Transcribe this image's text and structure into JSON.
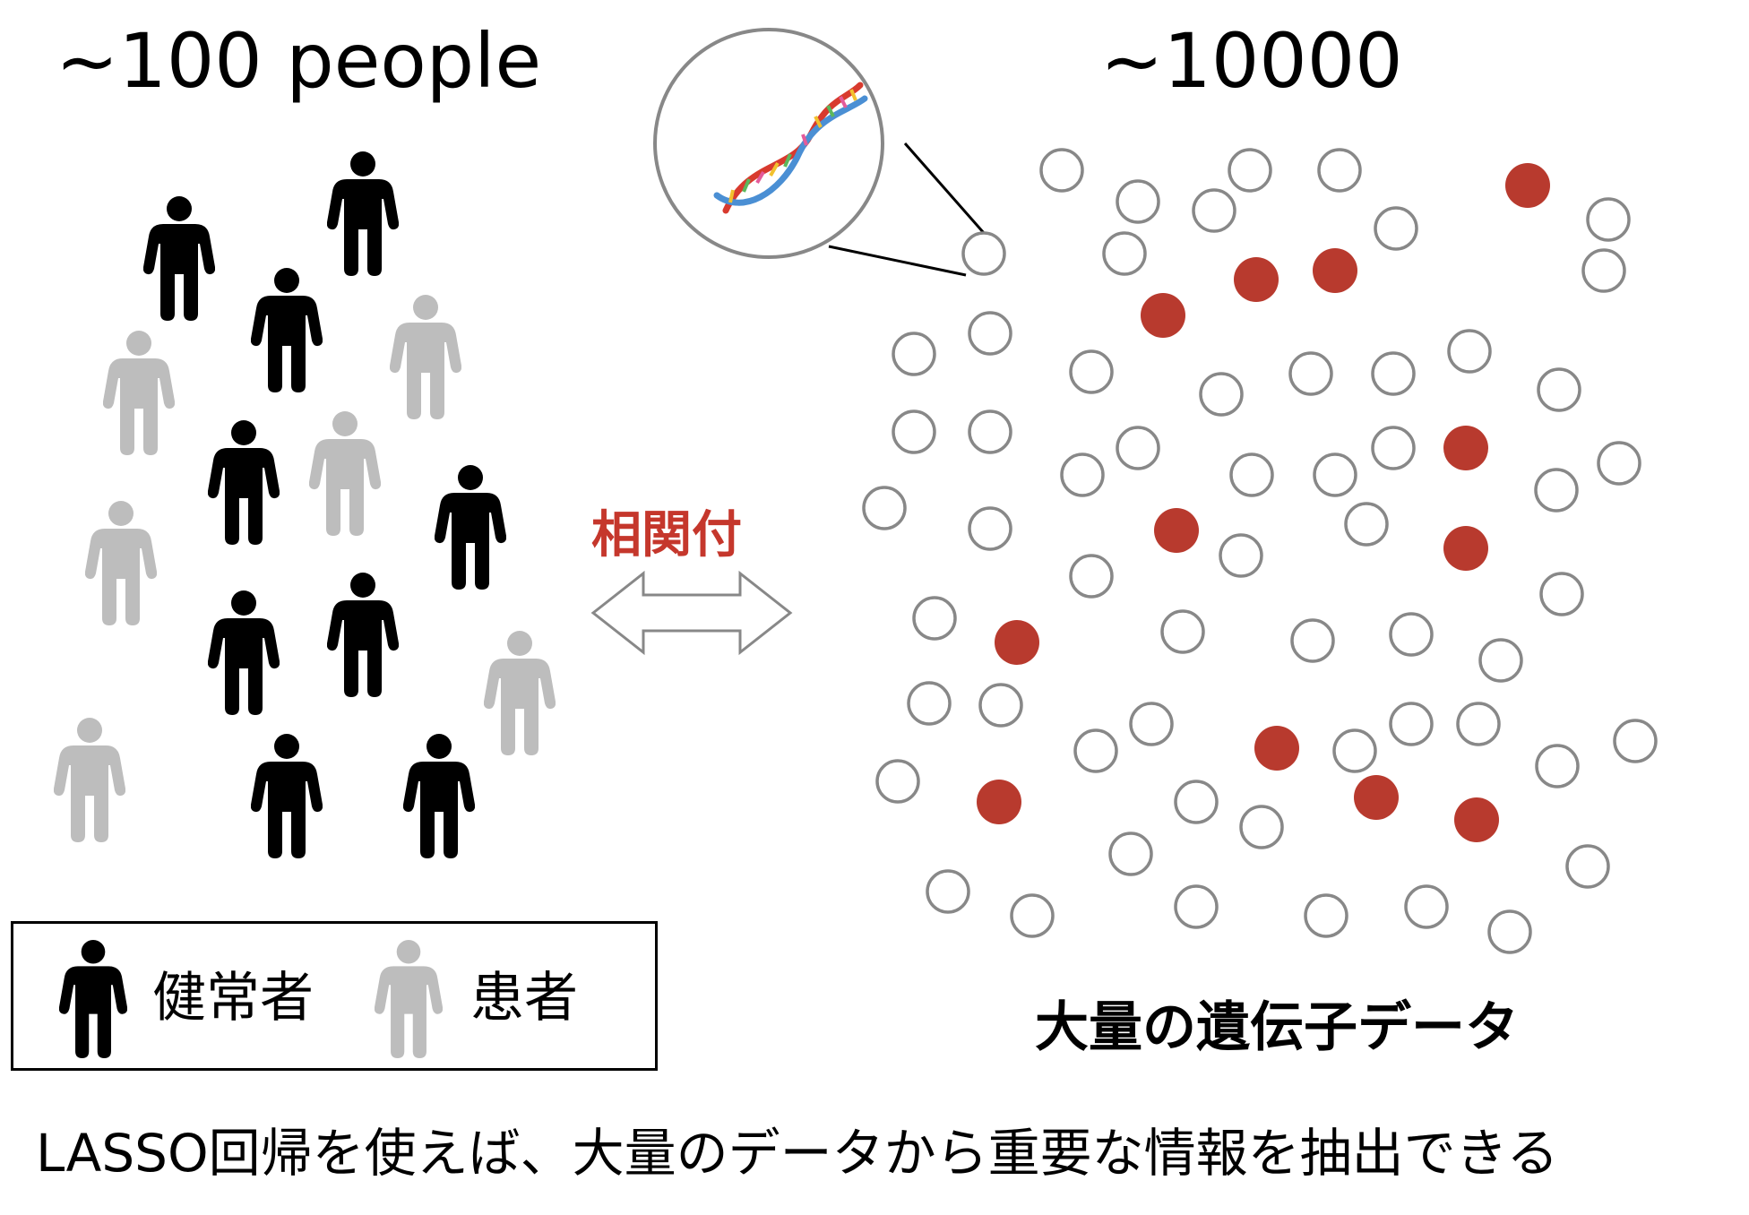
{
  "title_people": "~100 people",
  "title_genes": "~10000",
  "relation_label": "相関付",
  "gene_data_label": "大量の遺伝子データ",
  "legend": {
    "healthy_label": "健常者",
    "patient_label": "患者"
  },
  "caption": "LASSO回帰を使えば、大量のデータから重要な情報を抽出できる",
  "colors": {
    "healthy": "#000000",
    "patient": "#bdbdbd",
    "gene_outline": "#888888",
    "gene_important": "#b83a2e",
    "relation_label": "#c5372c",
    "arrow_outline": "#888888"
  },
  "icons": {
    "person": "person-icon",
    "dna": "dna-helix-icon",
    "arrow": "double-arrow-icon"
  }
}
